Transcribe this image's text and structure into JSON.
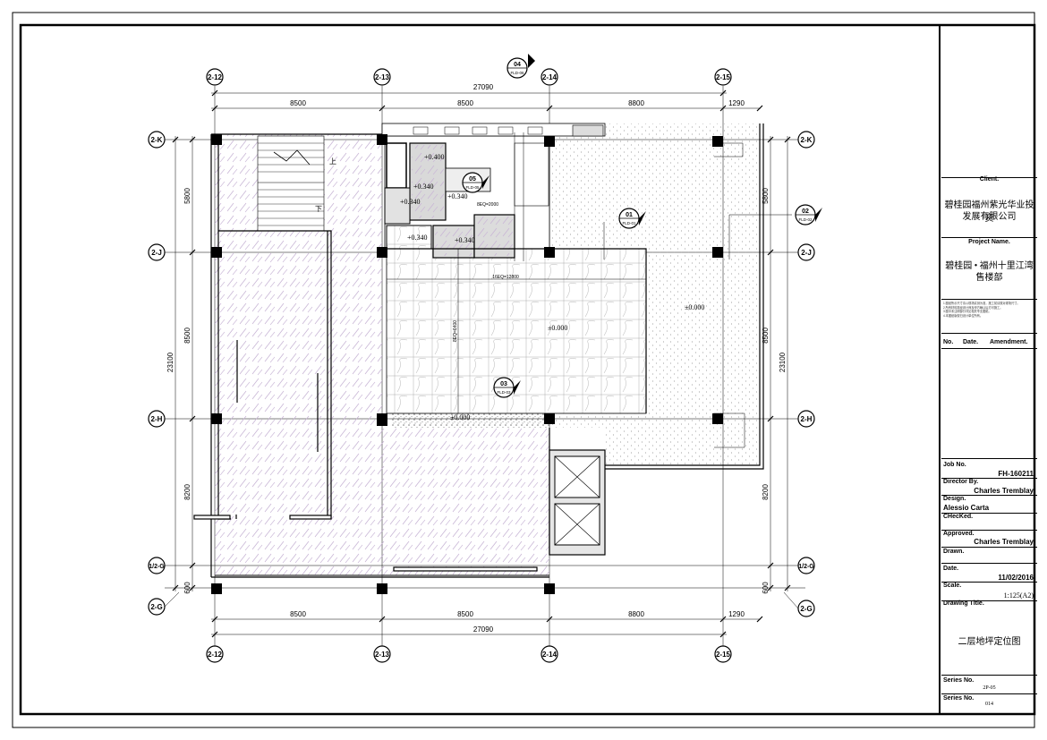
{
  "axes": {
    "top": [
      "2-12",
      "2-13",
      "2-14",
      "2-15"
    ],
    "bottom": [
      "2-12",
      "2-13",
      "2-14",
      "2-15"
    ],
    "left": [
      "2-K",
      "2-J",
      "2-H",
      "1/2-G",
      "2-G"
    ],
    "right": [
      "2-K",
      "2-J",
      "2-H",
      "1/2-G",
      "2-G"
    ]
  },
  "dims": {
    "top_total": "27090",
    "top_spans": [
      "8500",
      "8500",
      "8800",
      "1290"
    ],
    "bottom_total": "27090",
    "bottom_spans": [
      "8500",
      "8500",
      "8800",
      "1290"
    ],
    "left_total": "23100",
    "left_spans": [
      "5800",
      "8500",
      "8200",
      "600"
    ],
    "right_total": "23100",
    "right_spans": [
      "5800",
      "8500",
      "8200",
      "600"
    ]
  },
  "callouts": [
    {
      "num": "04",
      "ref": "FLD-06"
    },
    {
      "num": "05",
      "ref": "FLD-05"
    },
    {
      "num": "01",
      "ref": "FLD-01"
    },
    {
      "num": "02",
      "ref": "FLD-02"
    },
    {
      "num": "03",
      "ref": "FLD-03"
    }
  ],
  "levels": [
    "+0.400",
    "+0.340",
    "+0.340",
    "+0.340",
    "+0.340",
    "+0.340",
    "±0.000",
    "±0.000",
    "±0.000"
  ],
  "stair": {
    "up": "上",
    "down": "下"
  },
  "inner_dims": {
    "h1": "16EQ=12800",
    "v1": "8EQ=6400",
    "small1": "8EQ=2000"
  },
  "title_block": {
    "client_label": "Client.",
    "client_name_1": "碧桂园福州紫光华业投资",
    "client_name_2": "发展有限公司",
    "project_label": "Project Name.",
    "project_name_1": "碧桂园 • 福州十里江湾",
    "project_name_2": "售楼部",
    "notes": [
      "1.图纸所示尺寸请以现场实测为准，施工前请核对现场尺寸。",
      "2.所有材料需经设计师及甲方确认后方可施工。",
      "3.图中未注明部分详见相关专业图纸。",
      "4.本图纸版权归设计单位所有。"
    ],
    "no_label": "No.",
    "date_label": "Date.",
    "amend_label": "Amendment.",
    "job_label": "Job No.",
    "job_value": "FH-160211",
    "director_label": "Director By.",
    "director_value": "Charles Tremblay",
    "design_label": "Design.",
    "design_value": "Alessio Carta",
    "checked_label": "CHecKed.",
    "approved_label": "Approved.",
    "approved_value": "Charles Tremblay",
    "drawn_label": "Drawn.",
    "date2_label": "Date.",
    "date2_value": "11/02/2016",
    "scale_label": "Scale.",
    "scale_value": "1:125(A2)",
    "drawing_title_label": "Drawing Title.",
    "drawing_title_value": "二层地坪定位图",
    "series_label": "Series No.",
    "series_value": "2P-05",
    "series2_label": "Series No.",
    "series2_value": "014"
  }
}
